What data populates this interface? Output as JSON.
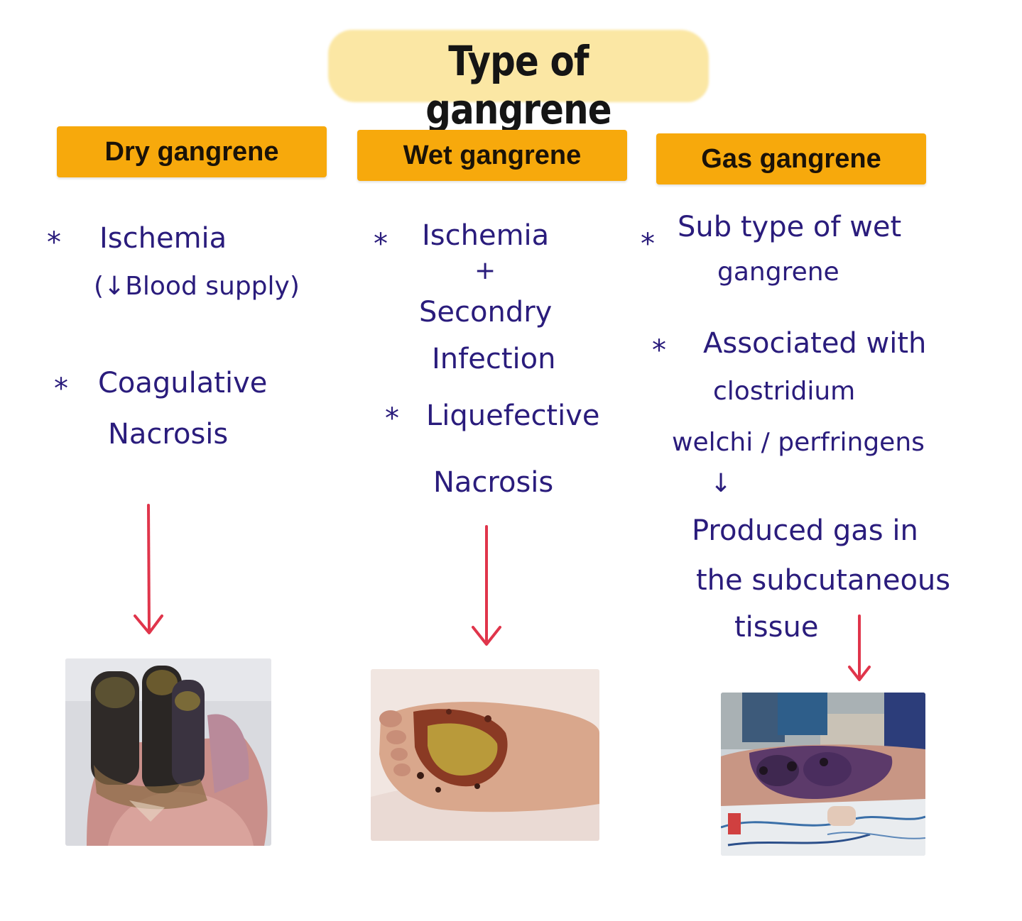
{
  "title": "Type of gangrene",
  "types": [
    {
      "label": "Dry gangrene",
      "notes": [
        "*",
        "Ischemia",
        "(↓Blood supply)",
        "*",
        "Coagulative",
        "Nacrosis"
      ]
    },
    {
      "label": "Wet gangrene",
      "notes": [
        "*",
        "Ischemia",
        "+",
        "Secondry",
        "Infection",
        "*",
        "Liquefective",
        "Nacrosis"
      ]
    },
    {
      "label": "Gas gangrene",
      "notes": [
        "*",
        "Sub type of wet",
        "gangrene",
        "*",
        "Associated with",
        "clostridium",
        "welchi / perfringens",
        "↓",
        "Produced gas in",
        "the subcutaneous",
        "tissue"
      ]
    }
  ],
  "colors": {
    "title_highlight": "#fbe7a4",
    "box_fill": "#f7a90c",
    "handwriting": "#2a1c7c",
    "arrow": "#e0354b"
  }
}
